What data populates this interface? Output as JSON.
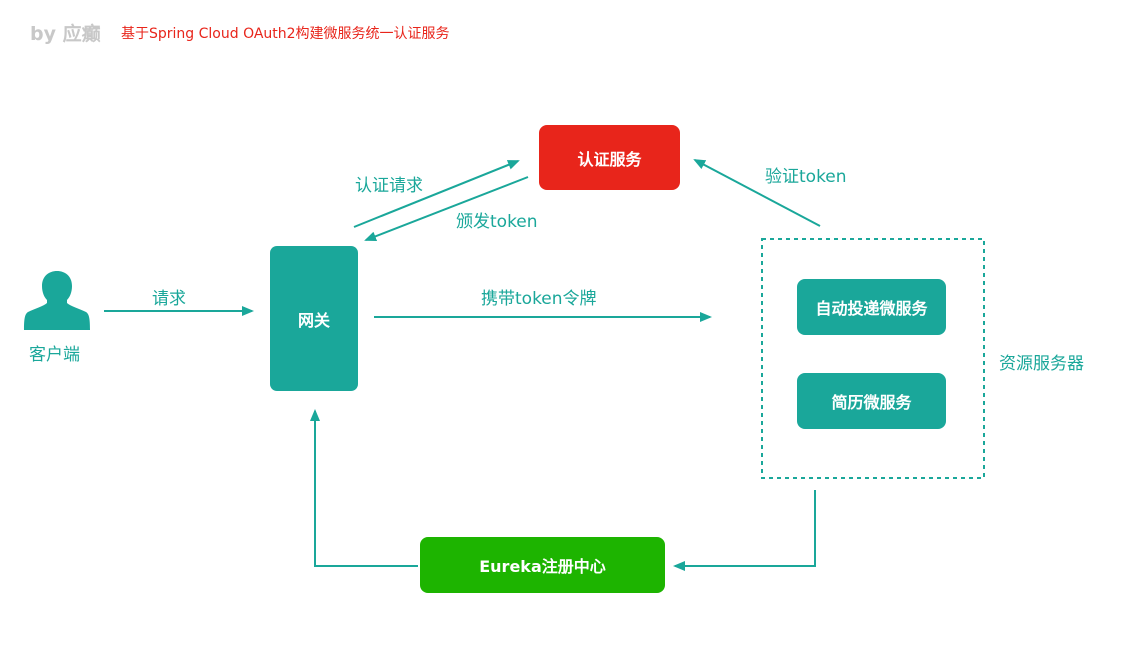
{
  "header": {
    "author": "by 应癫",
    "title": "基于Spring Cloud OAuth2构建微服务统一认证服务"
  },
  "colors": {
    "teal": "#1aa79a",
    "red": "#e8251b",
    "green": "#1db400",
    "watermark": "#c8c8c8"
  },
  "nodes": {
    "client_label": "客户端",
    "gateway": "网关",
    "auth_service": "认证服务",
    "auto_delivery_service": "自动投递微服务",
    "resume_service": "简历微服务",
    "resource_server_label": "资源服务器",
    "eureka": "Eureka注册中心"
  },
  "edges": {
    "request": "请求",
    "auth_request": "认证请求",
    "issue_token": "颁发token",
    "verify_token": "验证token",
    "carry_token": "携带token令牌"
  }
}
